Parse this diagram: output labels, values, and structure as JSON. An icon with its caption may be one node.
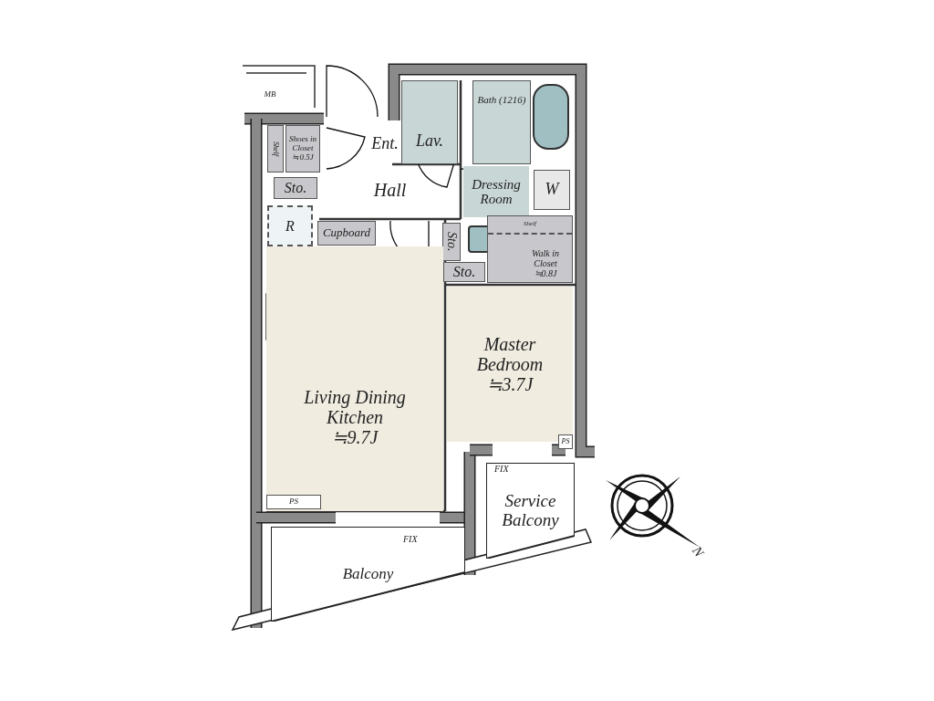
{
  "diagram": {
    "nodes": [
      {
        "text": [
          "MB"
        ]
      },
      {
        "text": [
          "Shelf"
        ]
      },
      {
        "text": [
          "Shoes in Closet ≒0.5J"
        ]
      },
      {
        "text": [
          "Ent."
        ]
      },
      {
        "text": [
          "Hall"
        ]
      },
      {
        "text": [
          "Sto."
        ]
      },
      {
        "text": [
          "Lav."
        ]
      },
      {
        "text": [
          "Bath (1216)"
        ]
      },
      {
        "text": [
          "Dressing Room"
        ]
      },
      {
        "text": [
          "W"
        ]
      },
      {
        "text": [
          "R"
        ]
      },
      {
        "text": [
          "Cupboard"
        ]
      },
      {
        "text": [
          "Sto."
        ]
      },
      {
        "text": [
          "Sto."
        ]
      },
      {
        "text": [
          "Walk in Closet ≒0.8J"
        ]
      },
      {
        "text": [
          "Shelf"
        ],
        "in": 14
      },
      {
        "text": [
          "Living Dining Kitchen",
          "≒9.7J"
        ]
      },
      {
        "text": [
          "PS"
        ],
        "in": 16
      },
      {
        "text": [
          "Master Bedroom",
          "≒3.7J"
        ]
      },
      {
        "text": [
          "PS"
        ]
      },
      {
        "text": [
          "Service Balcony"
        ]
      },
      {
        "text": [
          "Balcony"
        ]
      }
    ],
    "labels": [
      "FIX",
      "FIX",
      "N"
    ]
  }
}
